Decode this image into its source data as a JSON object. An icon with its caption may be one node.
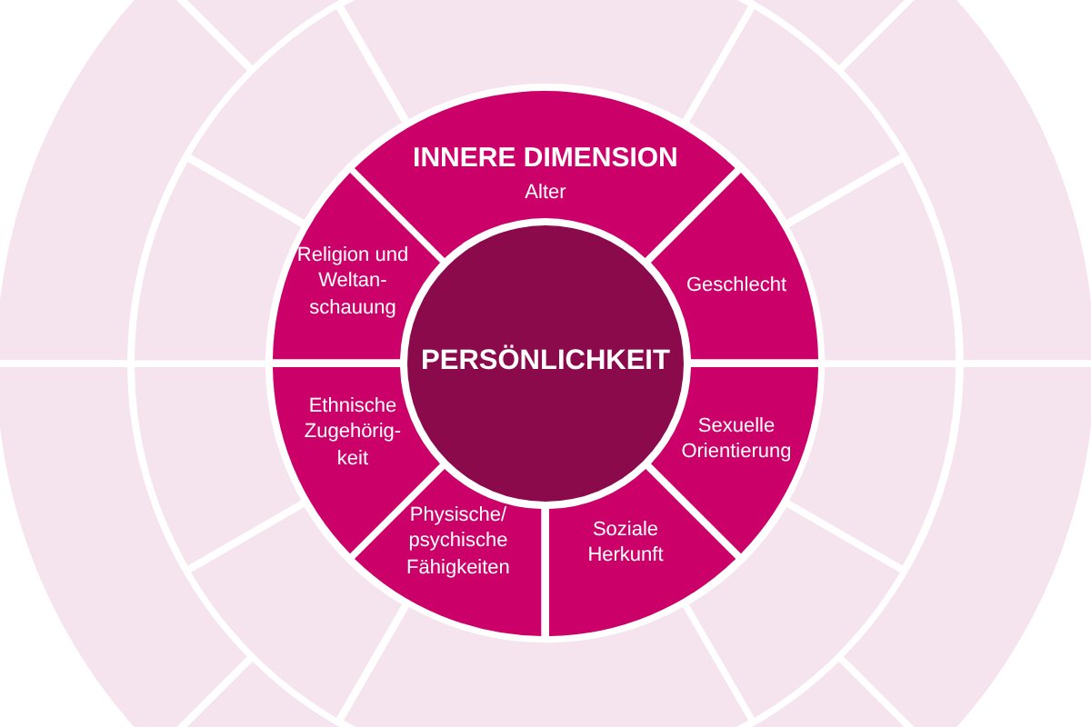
{
  "diagram": {
    "nodes": [
      {
        "text": [
          "INNERE DIMENSION",
          "Alter"
        ]
      },
      {
        "text": [
          "Religion und Weltan- schauung"
        ]
      },
      {
        "text": [
          "Geschlecht"
        ]
      },
      {
        "text": [
          "PERSÖNLICHKEIT"
        ]
      },
      {
        "text": [
          "Ethnische Zugehörig- keit"
        ]
      },
      {
        "text": [
          "Sexuelle Orientierung"
        ]
      },
      {
        "text": [
          "Physische/ psychische Fähigkeiten"
        ]
      },
      {
        "text": [
          "Soziale Herkunft"
        ]
      },
      {
        "text": [],
        "shape": "segment"
      },
      {
        "text": [],
        "shape": "segment"
      },
      {
        "text": [],
        "shape": "segment"
      },
      {
        "text": [],
        "shape": "segment"
      },
      {
        "text": [],
        "shape": "segment"
      },
      {
        "text": [],
        "shape": "segment"
      },
      {
        "text": [],
        "shape": "segment"
      },
      {
        "text": [],
        "shape": "segment"
      },
      {
        "text": [],
        "shape": "segment"
      },
      {
        "text": [],
        "shape": "segment"
      },
      {
        "text": [],
        "shape": "segment"
      },
      {
        "text": [],
        "shape": "segment"
      },
      {
        "text": [],
        "shape": "segment"
      },
      {
        "text": [],
        "shape": "segment"
      },
      {
        "text": [],
        "shape": "segment"
      },
      {
        "text": [],
        "shape": "segment"
      }
    ]
  }
}
